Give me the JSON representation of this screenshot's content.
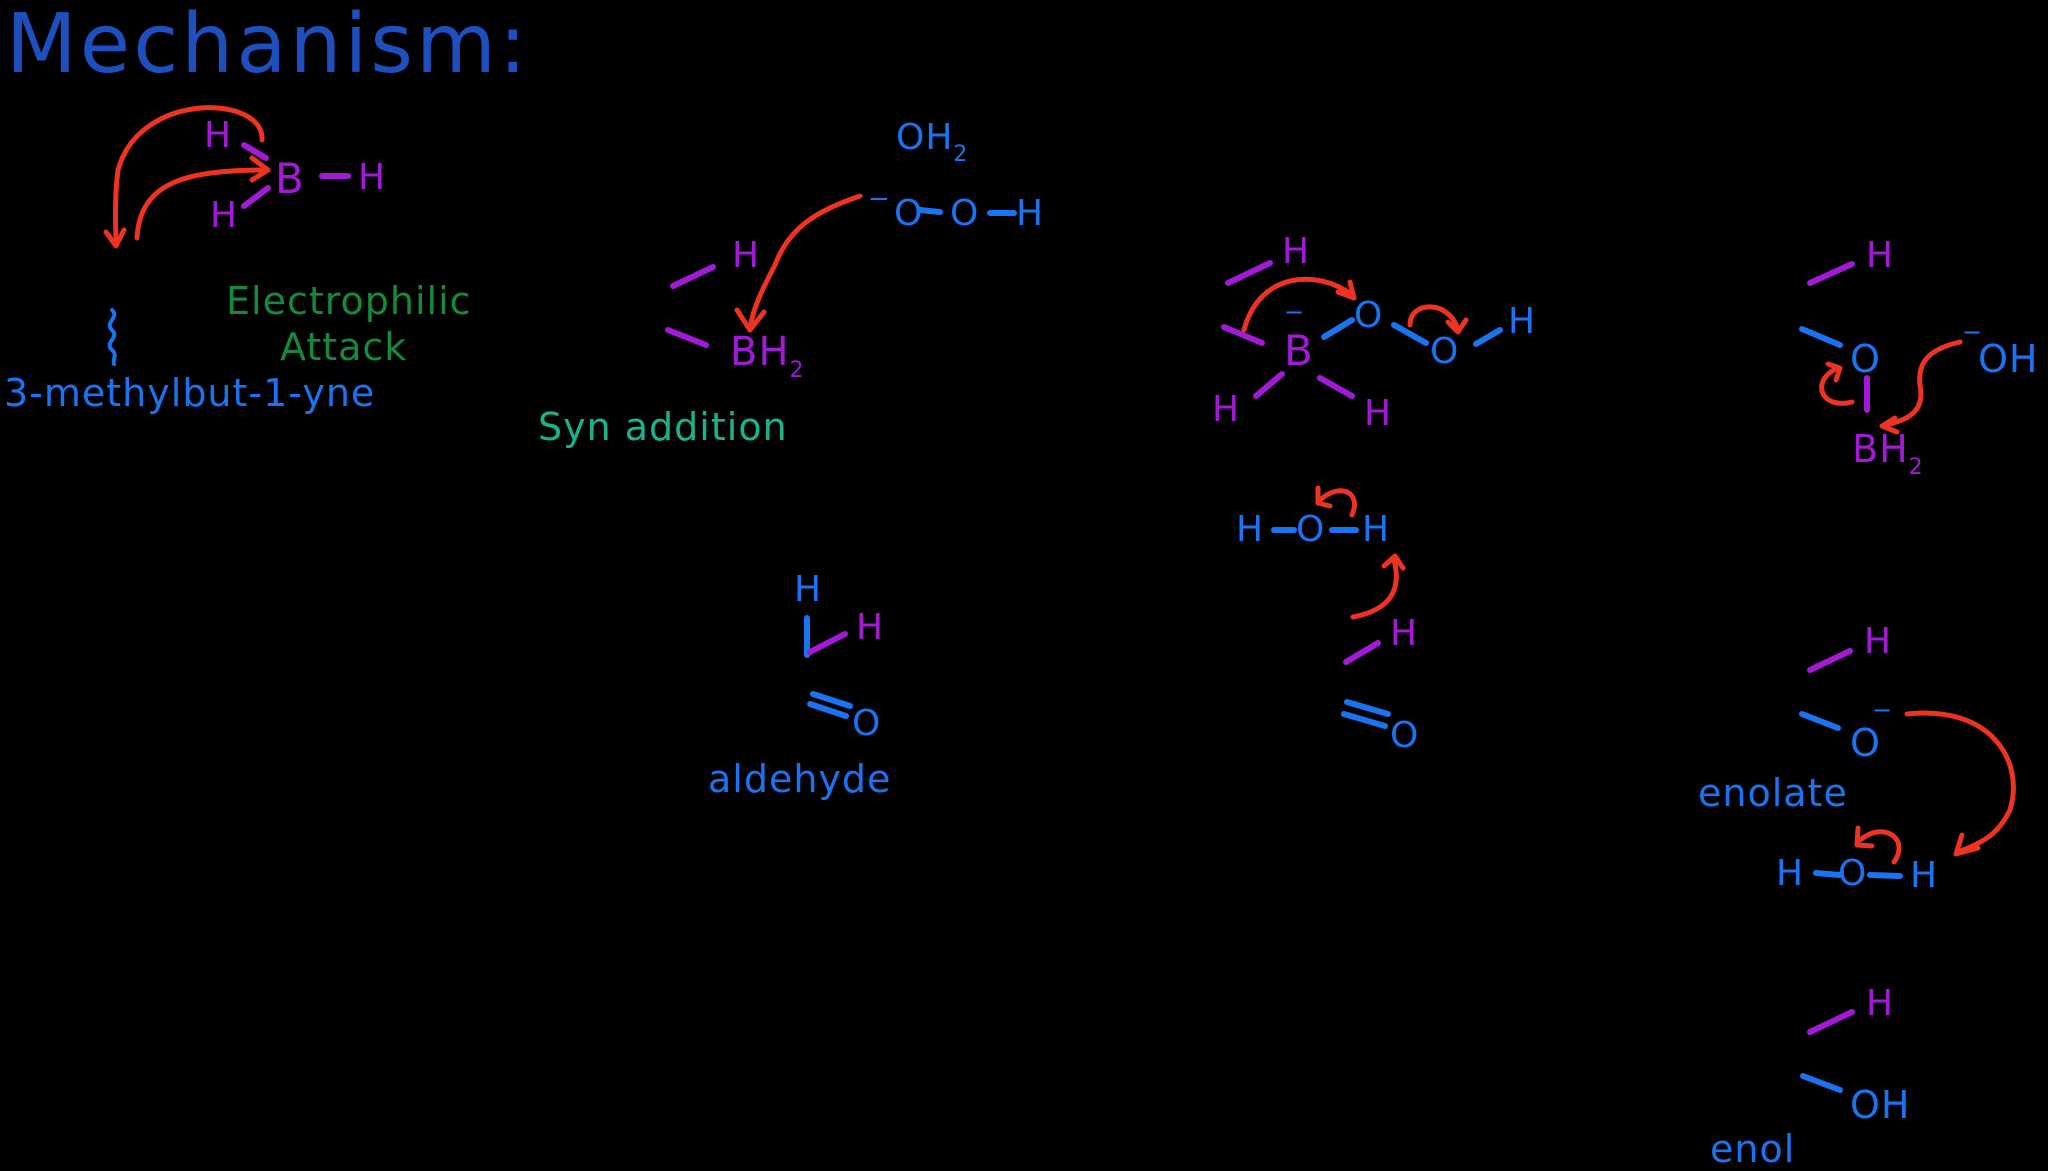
{
  "title": "Mechanism:",
  "colors": {
    "background": "#000000",
    "title": "#1d4fbf",
    "oxygen_species": "#1a73f0",
    "boron_species": "#a21ad6",
    "arrows": "#ee3322",
    "annotation_green": "#138a3e",
    "annotation_teal": "#18b48c"
  },
  "step1": {
    "reagent": {
      "atoms": [
        "H",
        "B",
        "H",
        "H"
      ],
      "bond": "—"
    },
    "substrate_label": "3-methylbut-1-yne",
    "annotation_line1": "Electrophilic",
    "annotation_line2": "Attack",
    "wavy_bond": "≀"
  },
  "step2": {
    "vinyl_h": "H",
    "boron": "BH",
    "boron_sub": "2",
    "annotation": "Syn addition",
    "water": "OH",
    "water_sub": "2",
    "peroxide": {
      "charge": "−",
      "o1": "O",
      "o2": "O",
      "h": "H"
    }
  },
  "step3": {
    "vinyl_h": "H",
    "charge": "−",
    "boron": "B",
    "boron_h_left": "H",
    "boron_h_right": "H",
    "o1": "O",
    "o2": "O",
    "h": "H"
  },
  "step4": {
    "vinyl_h": "H",
    "oxygen": "O",
    "boron": "BH",
    "boron_sub": "2",
    "hydroxide_charge": "−",
    "hydroxide": "OH"
  },
  "aldehyde": {
    "top_h": "H",
    "new_h": "H",
    "oxygen": "O",
    "label": "aldehyde"
  },
  "tautomer_step": {
    "water": [
      "H",
      "O",
      "H"
    ],
    "vinyl_h": "H",
    "oxygen": "O"
  },
  "enolate": {
    "vinyl_h": "H",
    "oxygen": "O",
    "charge": "−",
    "label": "enolate",
    "water": [
      "H",
      "O",
      "H"
    ]
  },
  "enol": {
    "vinyl_h": "H",
    "oh": "OH",
    "label": "enol"
  }
}
